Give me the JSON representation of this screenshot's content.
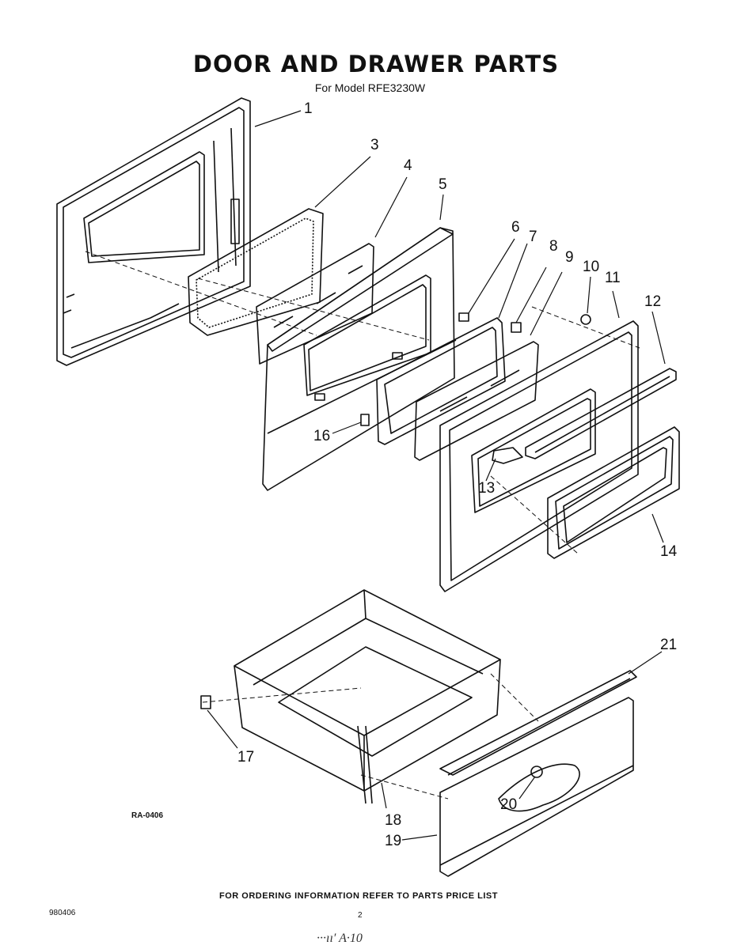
{
  "header": {
    "title": "DOOR AND DRAWER PARTS",
    "subtitle": "For Model RFE3230W"
  },
  "callouts": [
    {
      "id": "1",
      "label": "1"
    },
    {
      "id": "3",
      "label": "3"
    },
    {
      "id": "4",
      "label": "4"
    },
    {
      "id": "5",
      "label": "5"
    },
    {
      "id": "6",
      "label": "6"
    },
    {
      "id": "7",
      "label": "7"
    },
    {
      "id": "8",
      "label": "8"
    },
    {
      "id": "9",
      "label": "9"
    },
    {
      "id": "10",
      "label": "10"
    },
    {
      "id": "11",
      "label": "11"
    },
    {
      "id": "12",
      "label": "12"
    },
    {
      "id": "13",
      "label": "13"
    },
    {
      "id": "14",
      "label": "14"
    },
    {
      "id": "16",
      "label": "16"
    },
    {
      "id": "17",
      "label": "17"
    },
    {
      "id": "18",
      "label": "18"
    },
    {
      "id": "19",
      "label": "19"
    },
    {
      "id": "20",
      "label": "20"
    },
    {
      "id": "21",
      "label": "21"
    }
  ],
  "drawing_ref": "RA-0406",
  "footer": {
    "ordering_note": "FOR ORDERING INFORMATION REFER TO PARTS PRICE LIST",
    "doc_number": "980406",
    "page_number": "2",
    "handwriting": "···ıı′ A·10"
  }
}
